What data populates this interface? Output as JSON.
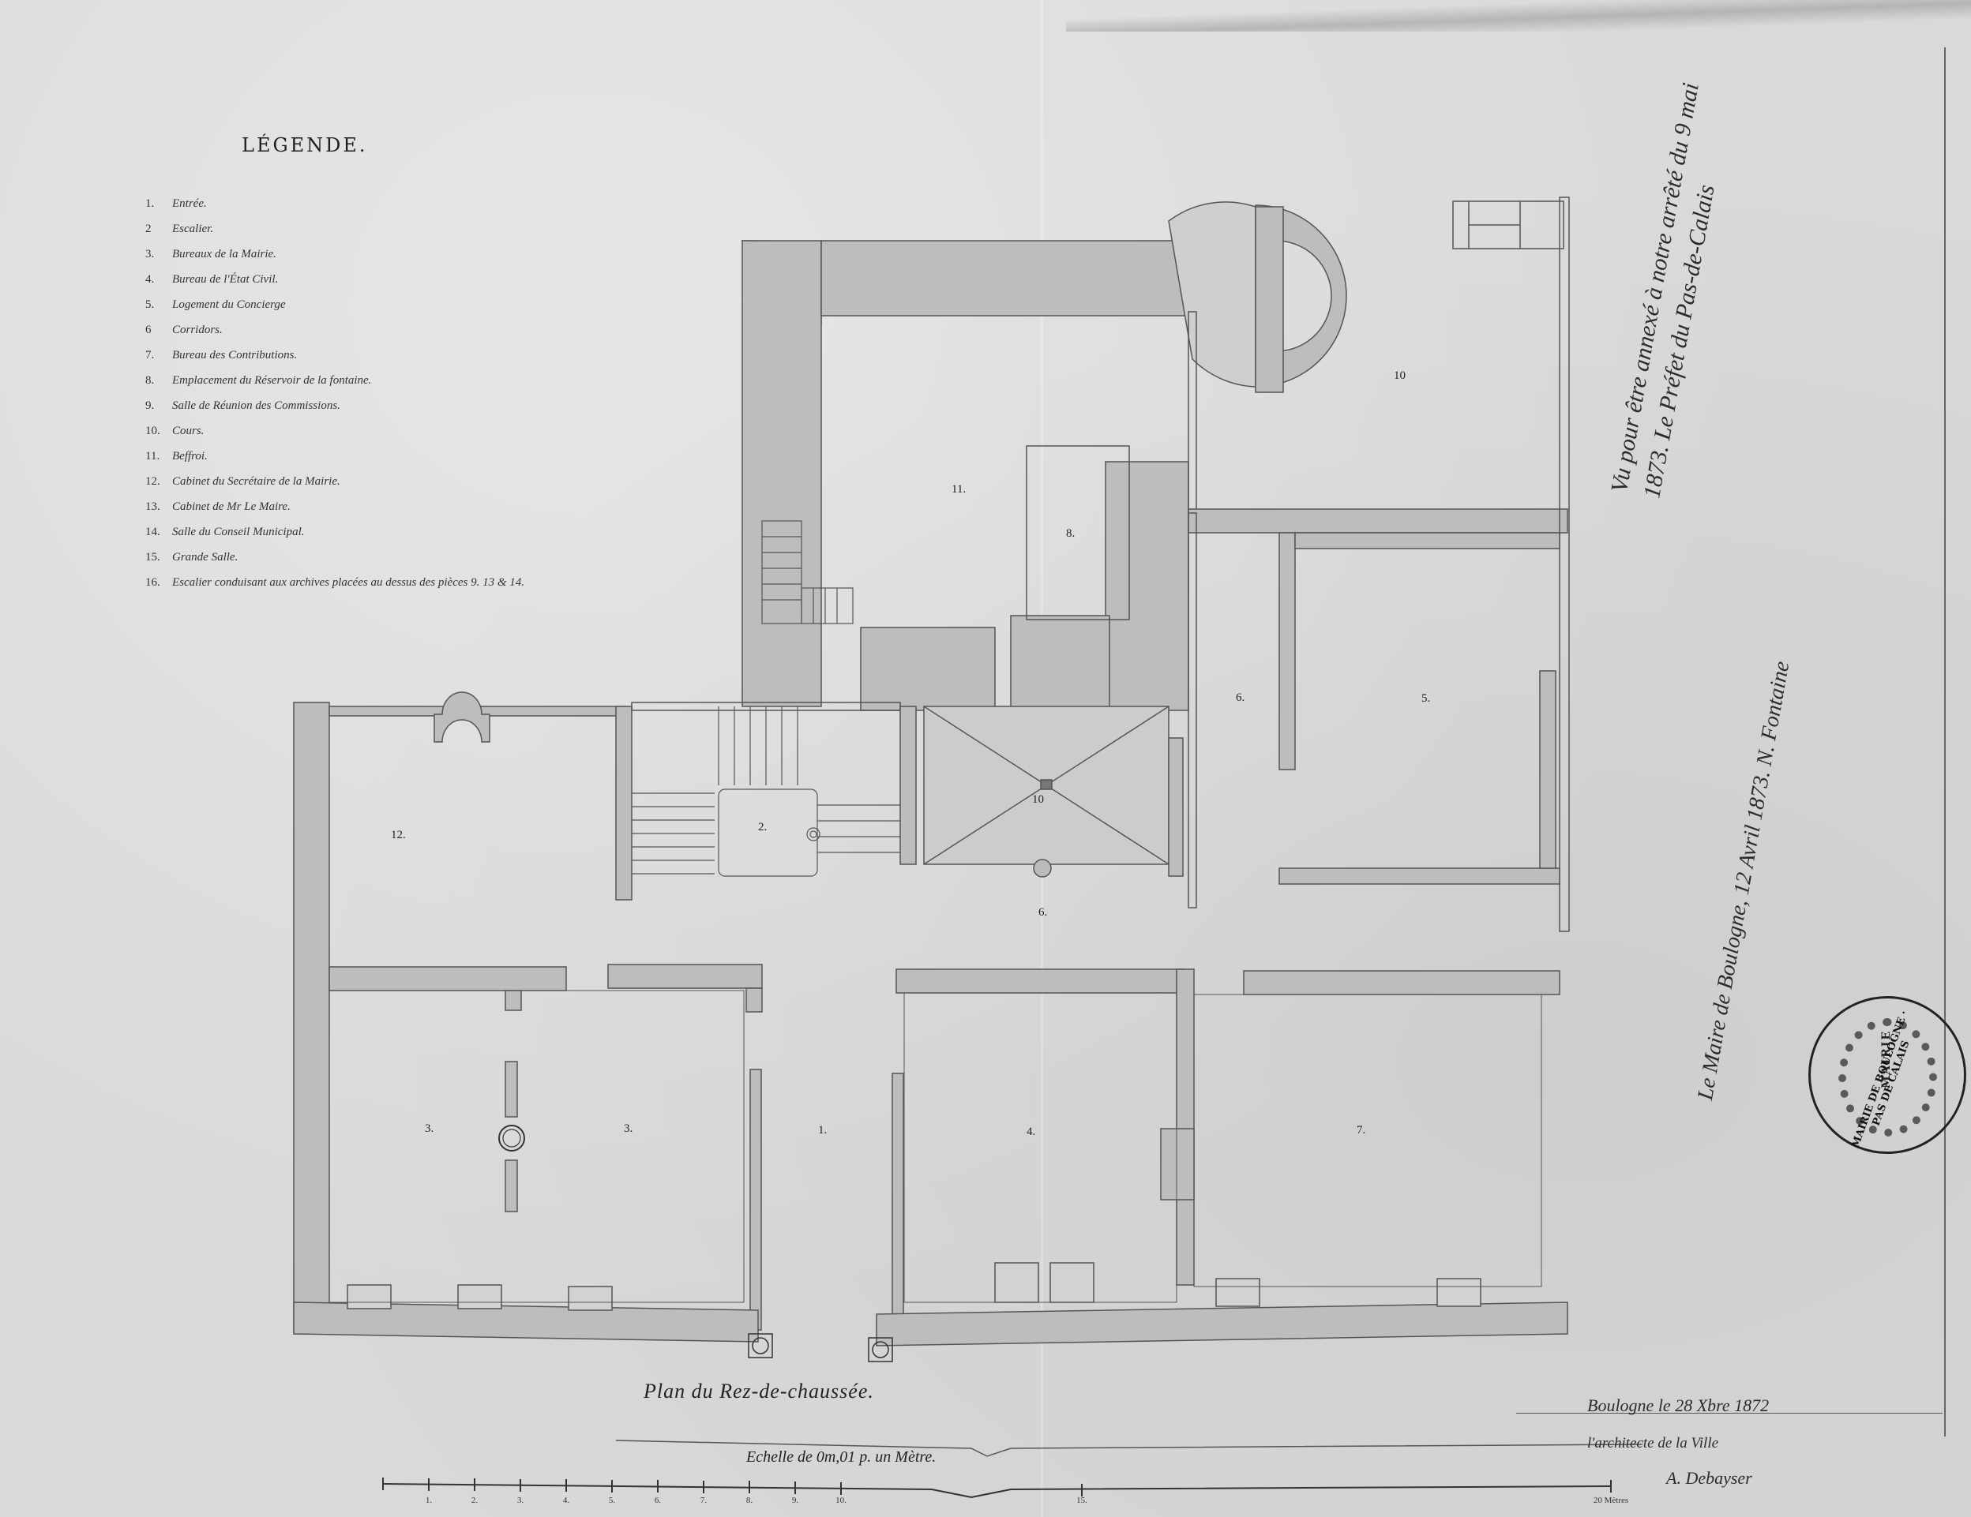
{
  "document": {
    "type": "architectural floor plan",
    "plan_title": "Plan du Rez-de-chaussée.",
    "legend": {
      "title": "LÉGENDE.",
      "items": [
        {
          "num": "1.",
          "label": "Entrée."
        },
        {
          "num": "2",
          "label": "Escalier."
        },
        {
          "num": "3.",
          "label": "Bureaux de la Mairie."
        },
        {
          "num": "4.",
          "label": "Bureau de l'État Civil."
        },
        {
          "num": "5.",
          "label": "Logement du Concierge"
        },
        {
          "num": "6",
          "label": "Corridors."
        },
        {
          "num": "7.",
          "label": "Bureau des Contributions."
        },
        {
          "num": "8.",
          "label": "Emplacement du Réservoir de la fontaine."
        },
        {
          "num": "9.",
          "label": "Salle de Réunion des Commissions."
        },
        {
          "num": "10.",
          "label": "Cours."
        },
        {
          "num": "11.",
          "label": "Beffroi."
        },
        {
          "num": "12.",
          "label": "Cabinet du Secrétaire de la Mairie."
        },
        {
          "num": "13.",
          "label": "Cabinet de Mr Le Maire."
        },
        {
          "num": "14.",
          "label": "Salle du Conseil Municipal."
        },
        {
          "num": "15.",
          "label": "Grande Salle."
        },
        {
          "num": "16.",
          "label": "Escalier conduisant aux archives placées au dessus des pièces 9. 13 & 14."
        }
      ]
    },
    "room_labels": [
      {
        "id": "r11",
        "text": "11."
      },
      {
        "id": "r8",
        "text": "8."
      },
      {
        "id": "r10a",
        "text": "10"
      },
      {
        "id": "r6a",
        "text": "6."
      },
      {
        "id": "r5",
        "text": "5."
      },
      {
        "id": "r12",
        "text": "12."
      },
      {
        "id": "r2",
        "text": "2."
      },
      {
        "id": "r10b",
        "text": "10"
      },
      {
        "id": "r6b",
        "text": "6."
      },
      {
        "id": "r3a",
        "text": "3."
      },
      {
        "id": "r3b",
        "text": "3."
      },
      {
        "id": "r1",
        "text": "1."
      },
      {
        "id": "r4",
        "text": "4."
      },
      {
        "id": "r7",
        "text": "7."
      }
    ],
    "scale": {
      "caption": "Echelle de 0m,01 p. un Mètre.",
      "ticks": [
        "1.",
        "2.",
        "3.",
        "4.",
        "5.",
        "6.",
        "7.",
        "8.",
        "9.",
        "10.",
        "15.",
        "20 Mètres"
      ]
    },
    "annotations": {
      "approval_top": "Vu pour être annexé à notre arrêté du 9 mai 1873. Le Préfet du Pas-de-Calais",
      "approval_middle": "Le Maire de Boulogne, 12 Avril 1873. N. Fontaine",
      "signature_bottom_line1": "Boulogne le 28 Xbre 1872",
      "signature_bottom_line2": "l'architecte de la Ville",
      "signature_bottom_name": "A. Debayser"
    },
    "stamp": {
      "ring_text": "MAIRIE DE BOULOGNE · PAS DE CALAIS",
      "center_text": "MAIRIE"
    }
  },
  "colors": {
    "paper": "#d9d9d9",
    "wall_fill": "#bdbdbd",
    "ink": "#2a2a2a"
  }
}
